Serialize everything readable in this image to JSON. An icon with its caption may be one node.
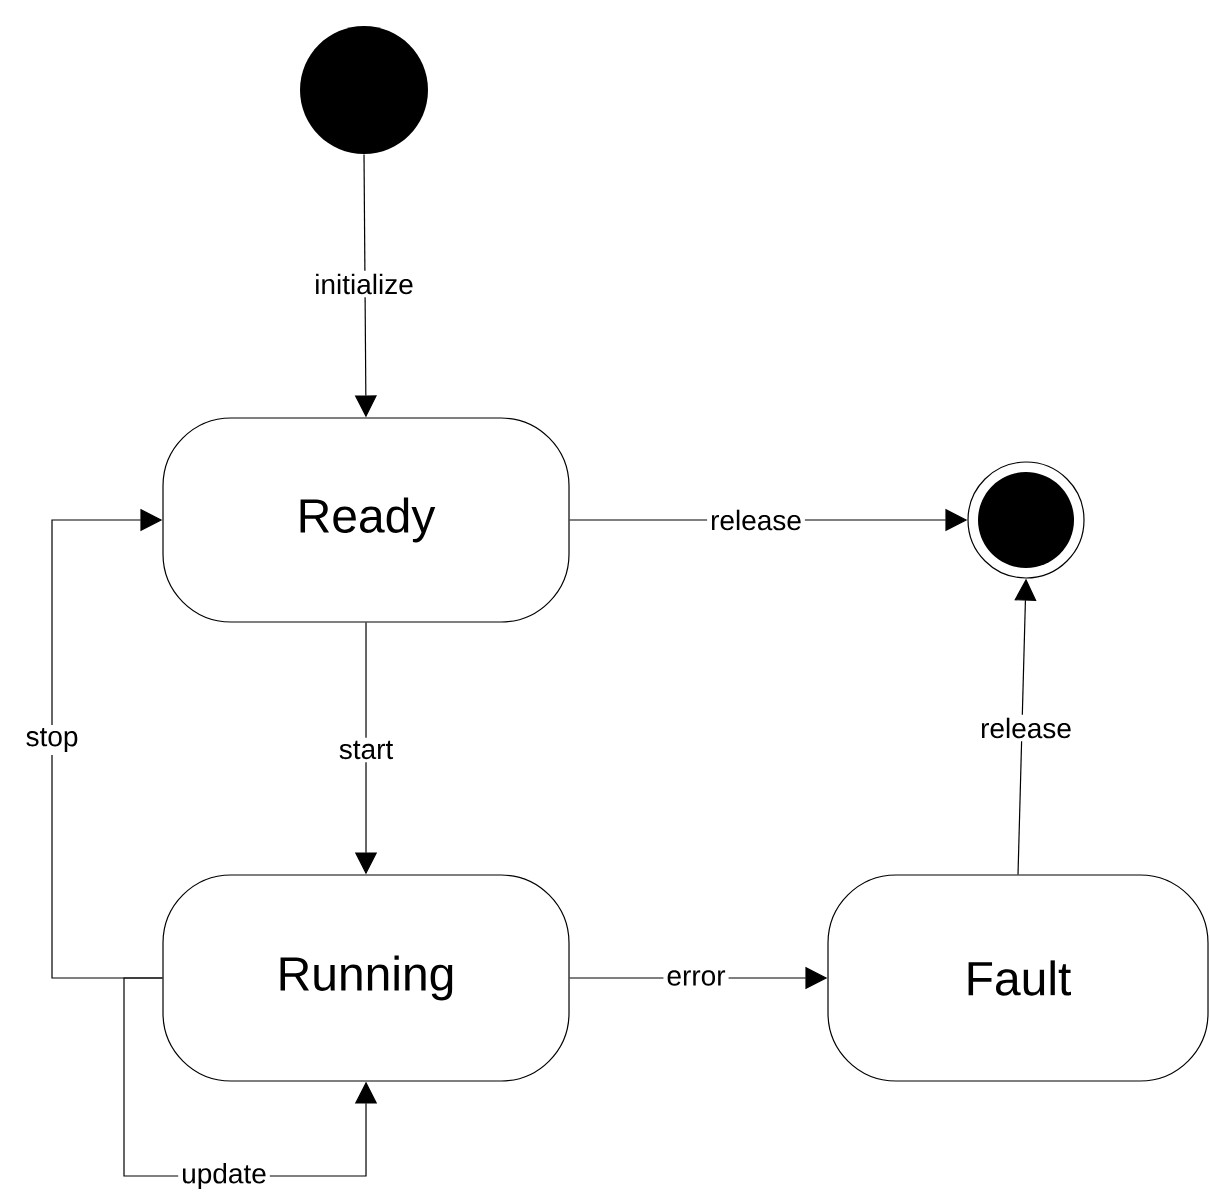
{
  "diagram": {
    "nodes": [
      {
        "text": [],
        "shape": "circle"
      },
      {
        "text": [
          "Ready"
        ]
      },
      {
        "text": [
          "Running"
        ]
      },
      {
        "text": [
          "Fault"
        ]
      },
      {
        "text": [],
        "shape": "circle"
      }
    ],
    "edges": [
      {
        "from": 0,
        "to": 1,
        "arrow": "to",
        "label": "initialize"
      },
      {
        "from": 1,
        "to": 4,
        "arrow": "to",
        "label": "release"
      },
      {
        "from": 1,
        "to": 2,
        "arrow": "to",
        "label": "start"
      },
      {
        "from": 2,
        "to": 1,
        "arrow": "to",
        "label": "stop"
      },
      {
        "from": 2,
        "to": 2,
        "arrow": "to",
        "label": "update"
      },
      {
        "from": 2,
        "to": 3,
        "arrow": "to",
        "label": "error"
      },
      {
        "from": 3,
        "to": 4,
        "arrow": "to",
        "label": "release"
      }
    ]
  }
}
